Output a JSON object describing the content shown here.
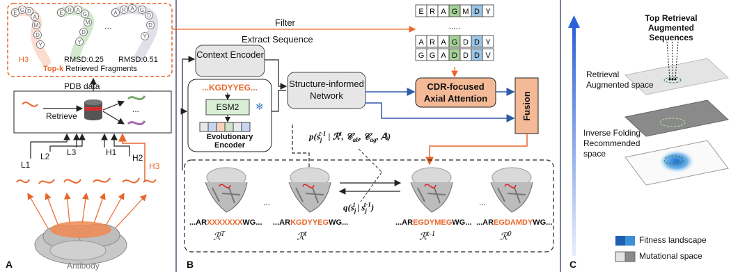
{
  "panel_a": {
    "label": "A",
    "fragments": [
      {
        "letters": [
          "E",
          "G",
          "D",
          "A",
          "M",
          "D",
          "Y"
        ],
        "tag": "H3"
      },
      {
        "letters": [
          "E",
          "R",
          "A",
          "G",
          "M",
          "D",
          "Y"
        ],
        "tag": "RMSD:0.25"
      },
      {
        "letters": [
          "A",
          "R",
          "A",
          "G",
          "D",
          "D",
          "Y"
        ],
        "tag": "RMSD:0.51"
      }
    ],
    "ellipsis": "...",
    "topk_label": "Top-k",
    "topk_suffix": "Retrieved Fragments",
    "pdb_label": "PDB data",
    "retrieve_label": "Retrieve",
    "cdr_labels": [
      "L1",
      "L2",
      "L3",
      "H1",
      "H2",
      "H3"
    ],
    "antibody_label": "Antibody"
  },
  "panel_b": {
    "label": "B",
    "filter_label": "Filter",
    "extract_label": "Extract Sequence",
    "msa_rows": [
      [
        "E",
        "R",
        "A",
        "G",
        "M",
        "D",
        "Y"
      ],
      [
        "A",
        "R",
        "A",
        "G",
        "D",
        "D",
        "Y"
      ],
      [
        "G",
        "G",
        "A",
        "D",
        "D",
        "D",
        "V"
      ]
    ],
    "msa_dots": ".....",
    "context_encoder": "Context Encoder",
    "seq_text": "...KGDYYEG...",
    "esm_label": "ESM2",
    "evo_encoder": "Evolutionary Encoder",
    "struct_network": "Structure-informed Network",
    "axial_attention": "CDR-focused Axial Attention",
    "fusion": "Fusion",
    "p_formula": "p(s",
    "p_formula_full": "p(s_j^{t-1} | R^t, C_ab, C_ag, A)",
    "q_formula_full": "q(s_j^t | s_j^{t-1})",
    "ellipsis": "...",
    "states": [
      {
        "prefix": "...AR",
        "cdr": "XXXXXXX",
        "suffix": "WG...",
        "name": "R",
        "sup": "T"
      },
      {
        "prefix": "...AR",
        "cdr": "KGDYYEG",
        "suffix": "WG...",
        "name": "R",
        "sup": "t"
      },
      {
        "prefix": "...AR",
        "cdr": "EGDYMEG",
        "suffix": "WG...",
        "name": "R",
        "sup": "t-1"
      },
      {
        "prefix": "...AR",
        "cdr": "EGDAMDY",
        "suffix": "WG...",
        "name": "R",
        "sup": "0"
      }
    ]
  },
  "panel_c": {
    "label": "C",
    "title": "Top Retrieval Augmented Sequences",
    "title_lines": [
      "Top Retrieval",
      "Augmented",
      "Sequences"
    ],
    "space_top": [
      "Retrieval",
      "Augmented space"
    ],
    "space_bottom": [
      "Inverse Folding",
      "Recommended",
      "space"
    ],
    "legend": [
      "Fitness landscape",
      "Mutational space"
    ]
  },
  "colors": {
    "accent": "#e8662a",
    "green": "#a6d196",
    "blue": "#9cc4e4",
    "gray_box": "#e6e6e6",
    "salmon": "#f4b996"
  }
}
